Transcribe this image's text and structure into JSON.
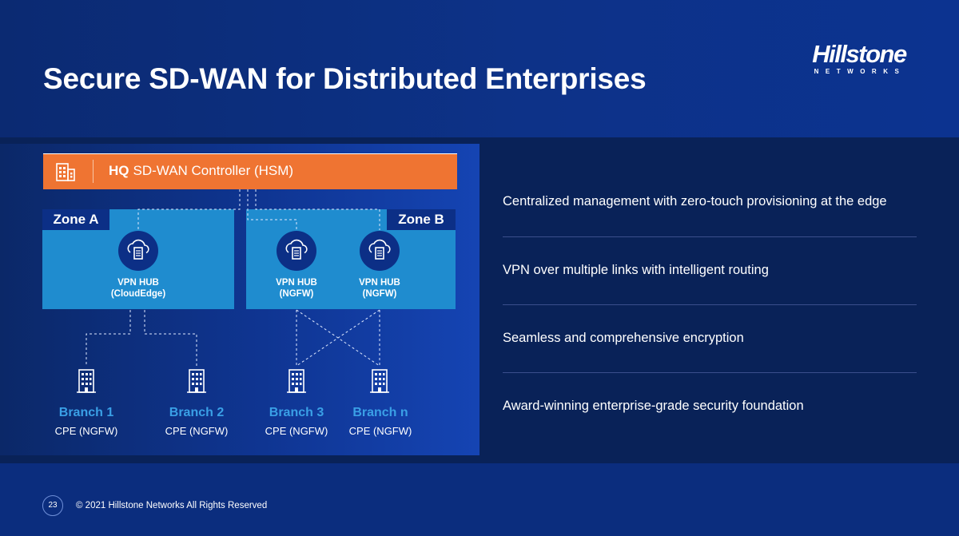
{
  "slide": {
    "title": "Secure SD-WAN for Distributed Enterprises",
    "logo": {
      "name": "Hillstone",
      "subtitle": "NETWORKS"
    }
  },
  "diagram": {
    "hq": {
      "prefix": "HQ",
      "label": "SD-WAN Controller (HSM)"
    },
    "zones": [
      {
        "label": "Zone A"
      },
      {
        "label": "Zone B"
      }
    ],
    "hubs": [
      {
        "line1": "VPN HUB",
        "line2": "(CloudEdge)"
      },
      {
        "line1": "VPN HUB",
        "line2": "(NGFW)"
      },
      {
        "line1": "VPN HUB",
        "line2": "(NGFW)"
      }
    ],
    "branches": [
      {
        "name": "Branch 1",
        "device": "CPE (NGFW)"
      },
      {
        "name": "Branch 2",
        "device": "CPE (NGFW)"
      },
      {
        "name": "Branch 3",
        "device": "CPE (NGFW)"
      },
      {
        "name": "Branch n",
        "device": "CPE (NGFW)"
      }
    ]
  },
  "features": [
    "Centralized management with zero-touch provisioning at the edge",
    "VPN over multiple links with intelligent routing",
    "Seamless and comprehensive encryption",
    "Award-winning enterprise-grade security foundation"
  ],
  "footer": {
    "page_number": "23",
    "copyright": "© 2021 Hillstone Networks All Rights Reserved"
  },
  "colors": {
    "background": "#0b2d7e",
    "hq_bar": "#ef7432",
    "zone": "#1f8ccf",
    "zone_label": "#0c2f86",
    "branch_name": "#3aa0e6"
  }
}
